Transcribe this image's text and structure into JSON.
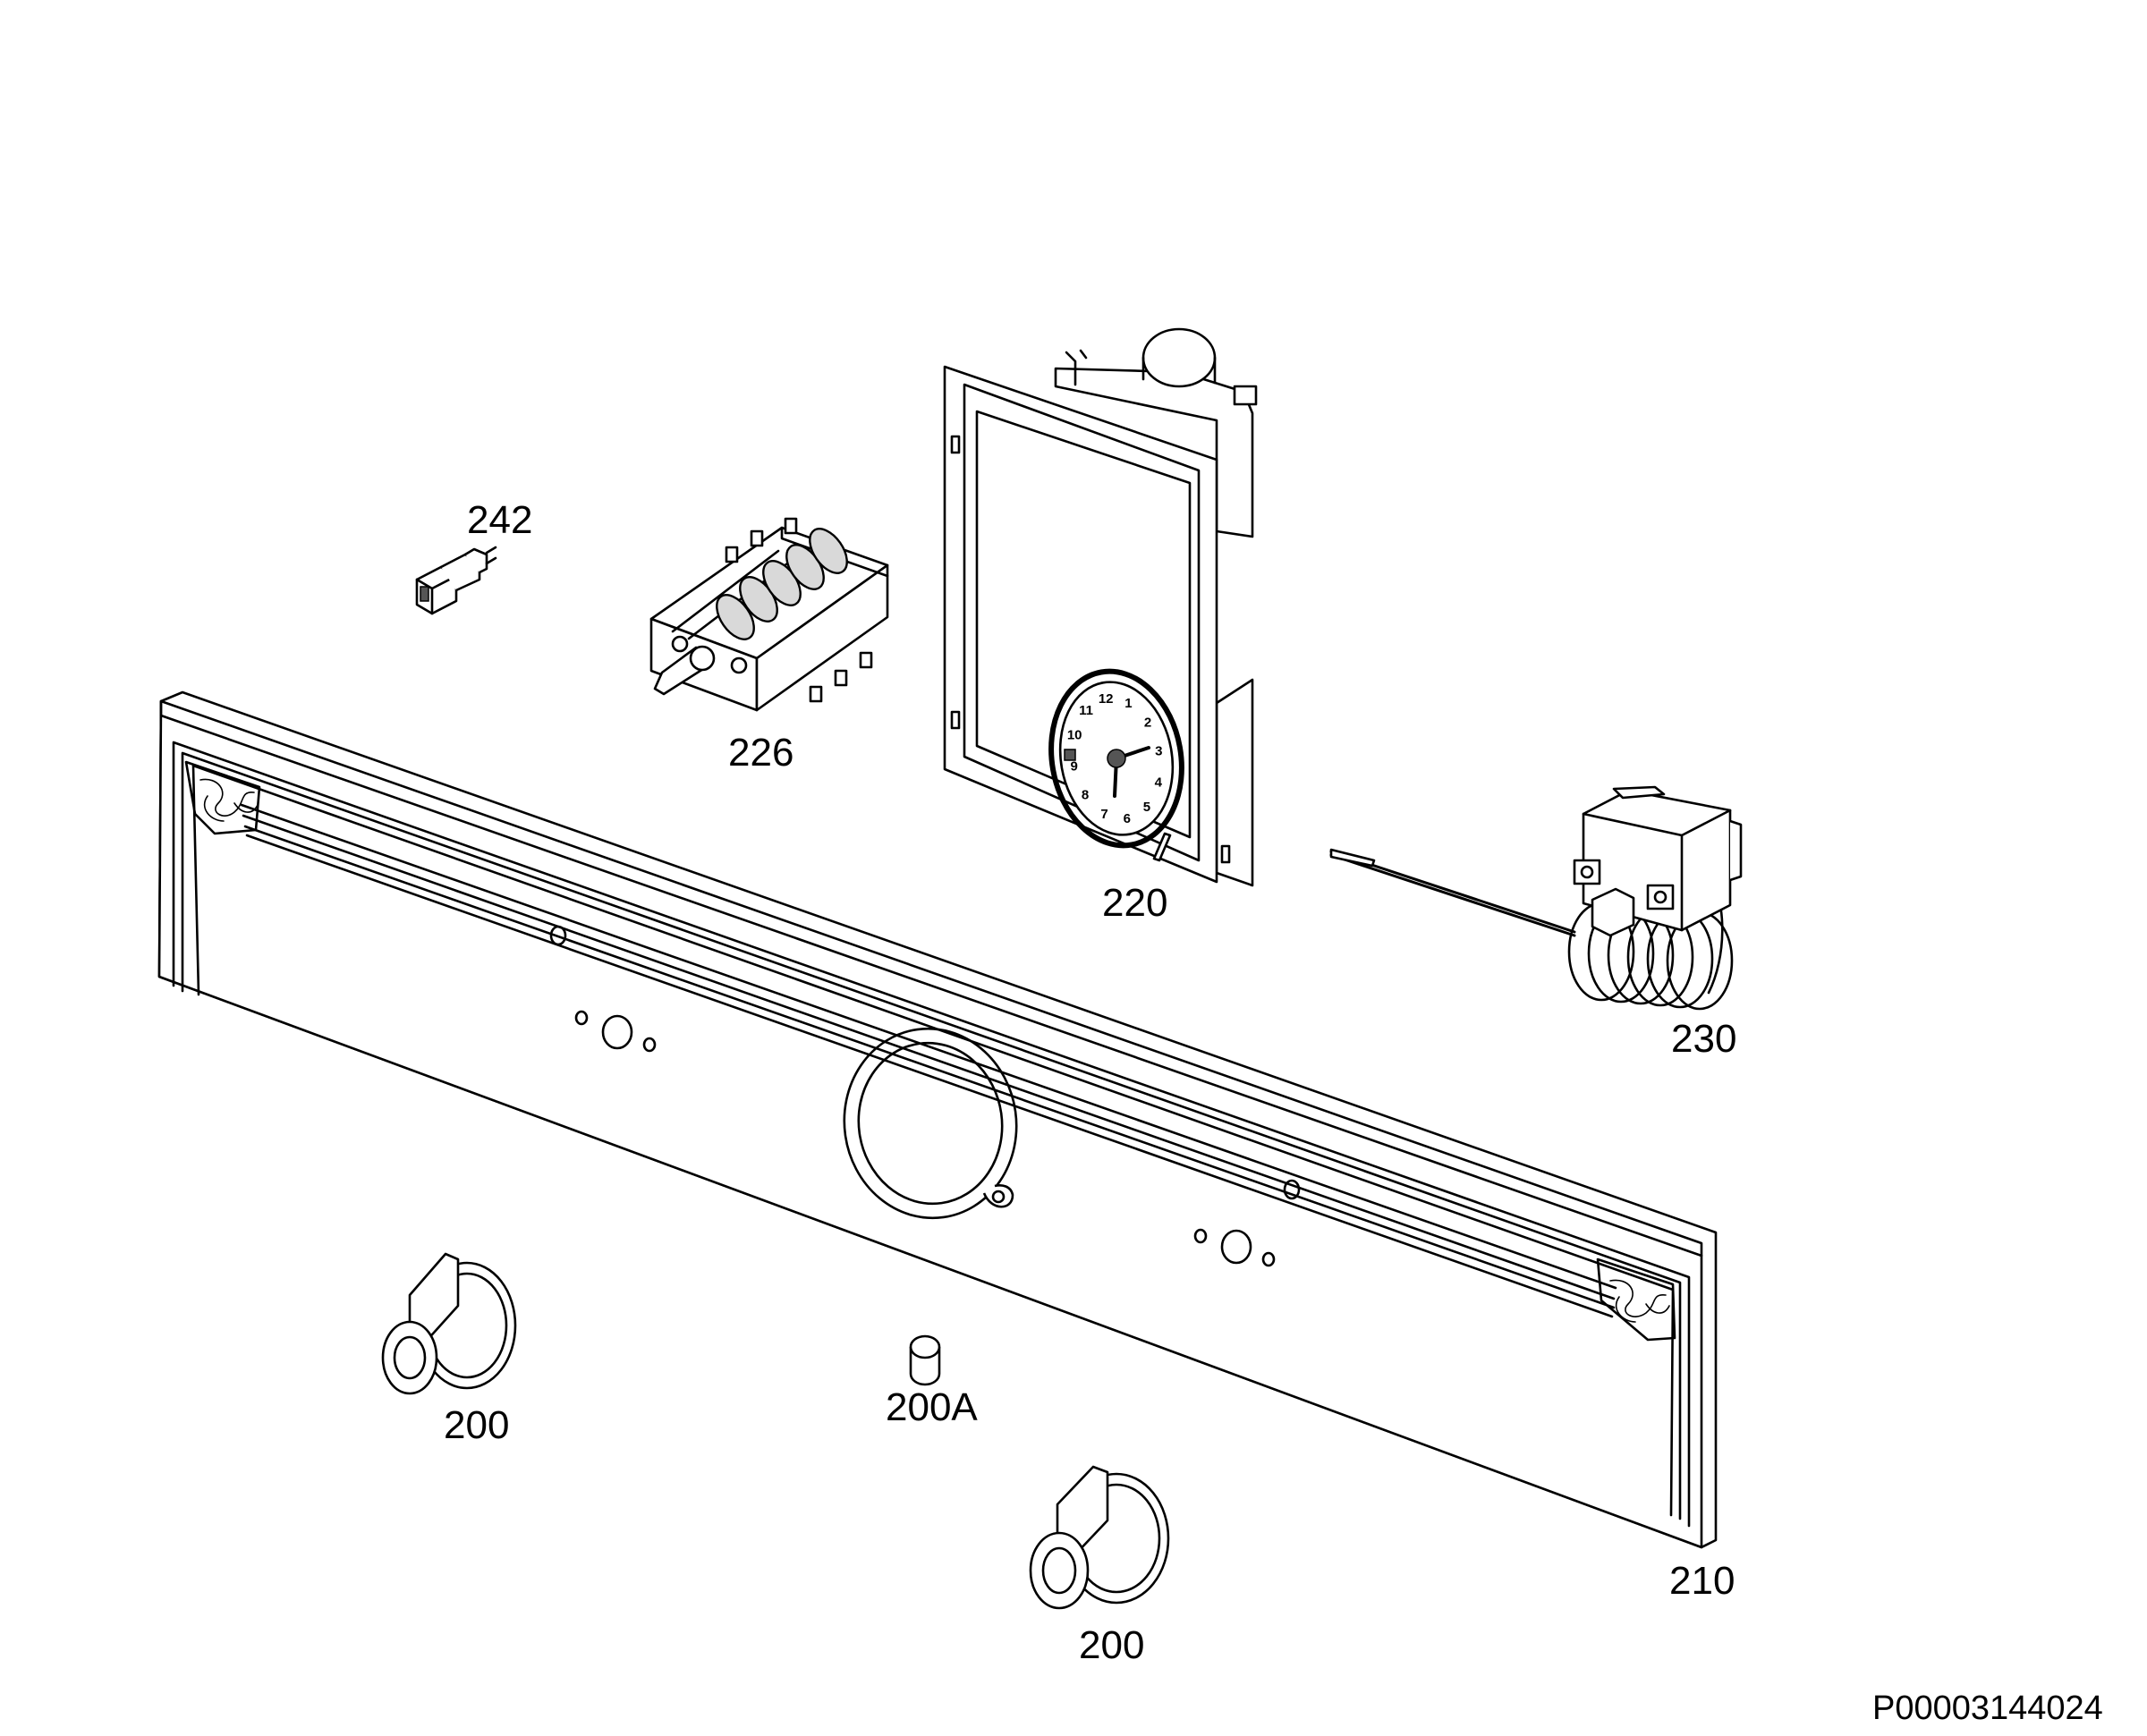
{
  "labels": {
    "part_242": "242",
    "part_226": "226",
    "part_220": "220",
    "part_230": "230",
    "part_200_left": "200",
    "part_200a": "200A",
    "part_200_bottom": "200",
    "part_210": "210"
  },
  "reference_code": "P00003144024",
  "clock_numbers": [
    "12",
    "1",
    "2",
    "3",
    "4",
    "5",
    "6",
    "7",
    "8",
    "9",
    "10",
    "11"
  ]
}
